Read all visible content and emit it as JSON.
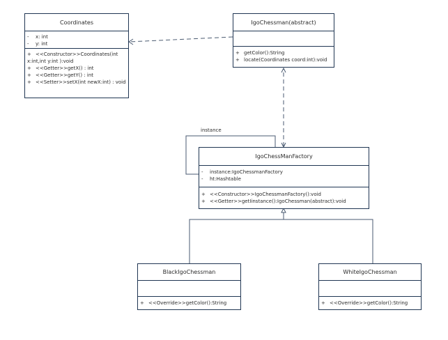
{
  "classes": {
    "coordinates": {
      "name": "Coordinates",
      "attributes": [
        {
          "vis": "-",
          "text": "x: int"
        },
        {
          "vis": "-",
          "text": "y: int"
        }
      ],
      "methods": [
        {
          "vis": "+",
          "text": "<<Constructor>>Coordinates(int x:int,int y:int ):void"
        },
        {
          "vis": "+",
          "text": "<<Getter>>getX() : int"
        },
        {
          "vis": "+",
          "text": "<<Getter>>getY() : int"
        },
        {
          "vis": "+",
          "text": "<<Setter>>setX(int newX:int) : void"
        }
      ]
    },
    "igo_chessman": {
      "name": "IgoChessman(abstract)",
      "attributes": [],
      "methods": [
        {
          "vis": "+",
          "text": "getColor():String"
        },
        {
          "vis": "+",
          "text": "locate(Coordinates coord:int):void"
        }
      ]
    },
    "factory": {
      "name": "IgoChessManFactory",
      "attributes": [
        {
          "vis": "-",
          "text": "instance:IgoChessmanFactory"
        },
        {
          "vis": "-",
          "text": "ht:Hashtable"
        }
      ],
      "methods": [
        {
          "vis": "+",
          "text": "<<Constructor>>IgoChessmanFactory():void"
        },
        {
          "vis": "+",
          "text": "<<Getter>>getIinstance():IgoChessman(abstract):void"
        }
      ]
    },
    "black": {
      "name": "BlackIgoChessman",
      "attributes": [],
      "methods": [
        {
          "vis": "+",
          "text": "<<Override>>getColor():String"
        }
      ]
    },
    "white": {
      "name": "WhiteIgoChessman",
      "attributes": [],
      "methods": [
        {
          "vis": "+",
          "text": "<<Override>>getColor():String"
        }
      ]
    }
  },
  "labels": {
    "self_association": "instance"
  },
  "colors": {
    "border": "#1f3552",
    "line": "#4a5a70"
  }
}
